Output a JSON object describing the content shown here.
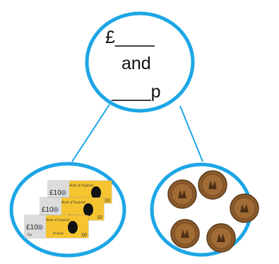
{
  "top": {
    "pounds_prefix": "£",
    "pounds_blank": "____",
    "and_text": "and",
    "pence_blank": "____",
    "pence_suffix": "p"
  },
  "notes": {
    "count": 3,
    "denomination": "£10",
    "bank_text": "Bank of England",
    "value_words": "Ten",
    "signature": "Pounds",
    "corner_number": "10"
  },
  "coins": {
    "count": 5
  },
  "colors": {
    "circle_stroke": "#1ca6e6",
    "connector": "#1ca6e6",
    "note_yellow": "#f6c431",
    "note_grey": "#dcdcdc",
    "coin_brown": "#8b5a2b"
  }
}
